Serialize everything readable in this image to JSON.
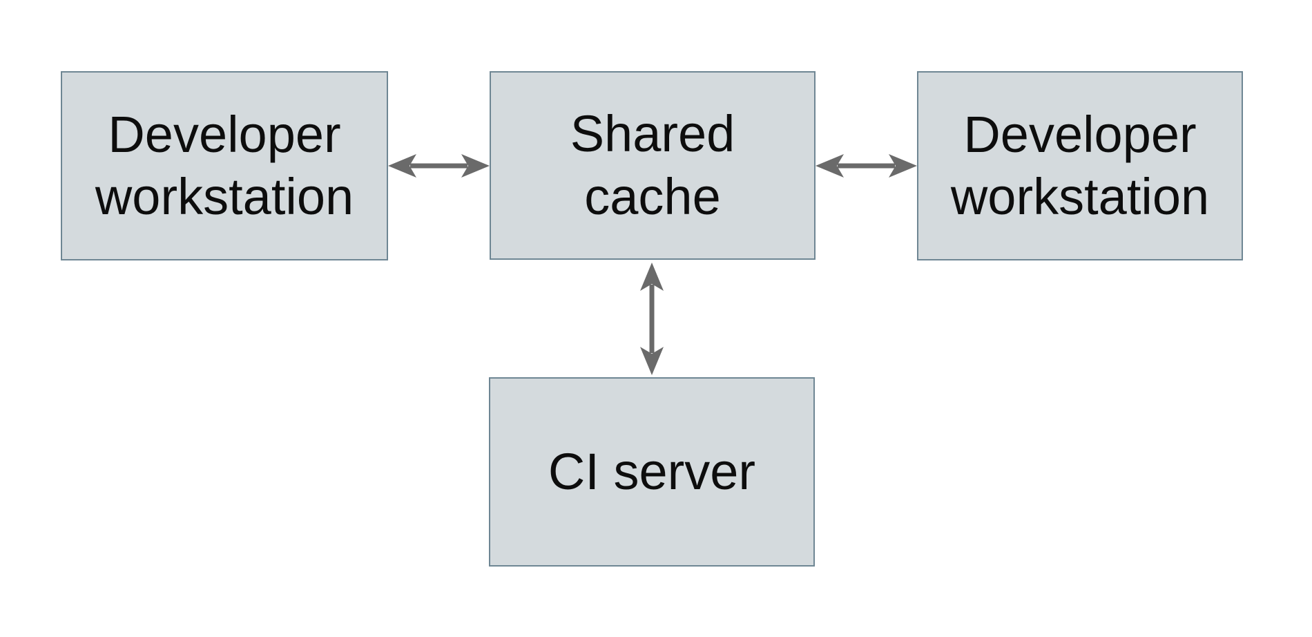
{
  "diagram": {
    "type": "architecture-diagram",
    "colors": {
      "background": "#ffffff",
      "node_fill": "#d4dadd",
      "node_border": "#6e8693",
      "arrow": "#6a6a6a",
      "text": "#0d0d0d"
    },
    "nodes": [
      {
        "id": "developer-workstation-left",
        "label": "Developer workstation"
      },
      {
        "id": "shared-cache",
        "label": "Shared cache"
      },
      {
        "id": "developer-workstation-right",
        "label": "Developer workstation"
      },
      {
        "id": "ci-server",
        "label": "CI server"
      }
    ],
    "edges": [
      {
        "from": "developer-workstation-left",
        "to": "shared-cache",
        "style": "bidirectional"
      },
      {
        "from": "shared-cache",
        "to": "developer-workstation-right",
        "style": "bidirectional"
      },
      {
        "from": "shared-cache",
        "to": "ci-server",
        "style": "bidirectional"
      }
    ]
  }
}
